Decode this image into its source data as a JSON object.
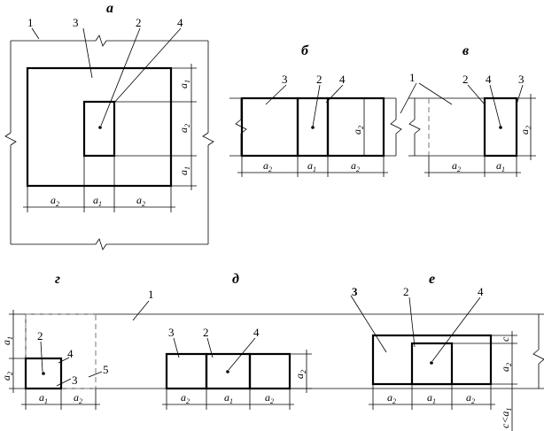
{
  "panels": {
    "a": "а",
    "b": "б",
    "v": "в",
    "g": "г",
    "d": "д",
    "e": "е"
  },
  "callouts": {
    "n1": "1",
    "n2": "2",
    "n3": "3",
    "n4": "4",
    "n5": "5"
  },
  "dims": {
    "a": "a",
    "s1": "1",
    "s2": "2",
    "c": "c",
    "c_lt": "c<a",
    "c_sub": "1"
  }
}
